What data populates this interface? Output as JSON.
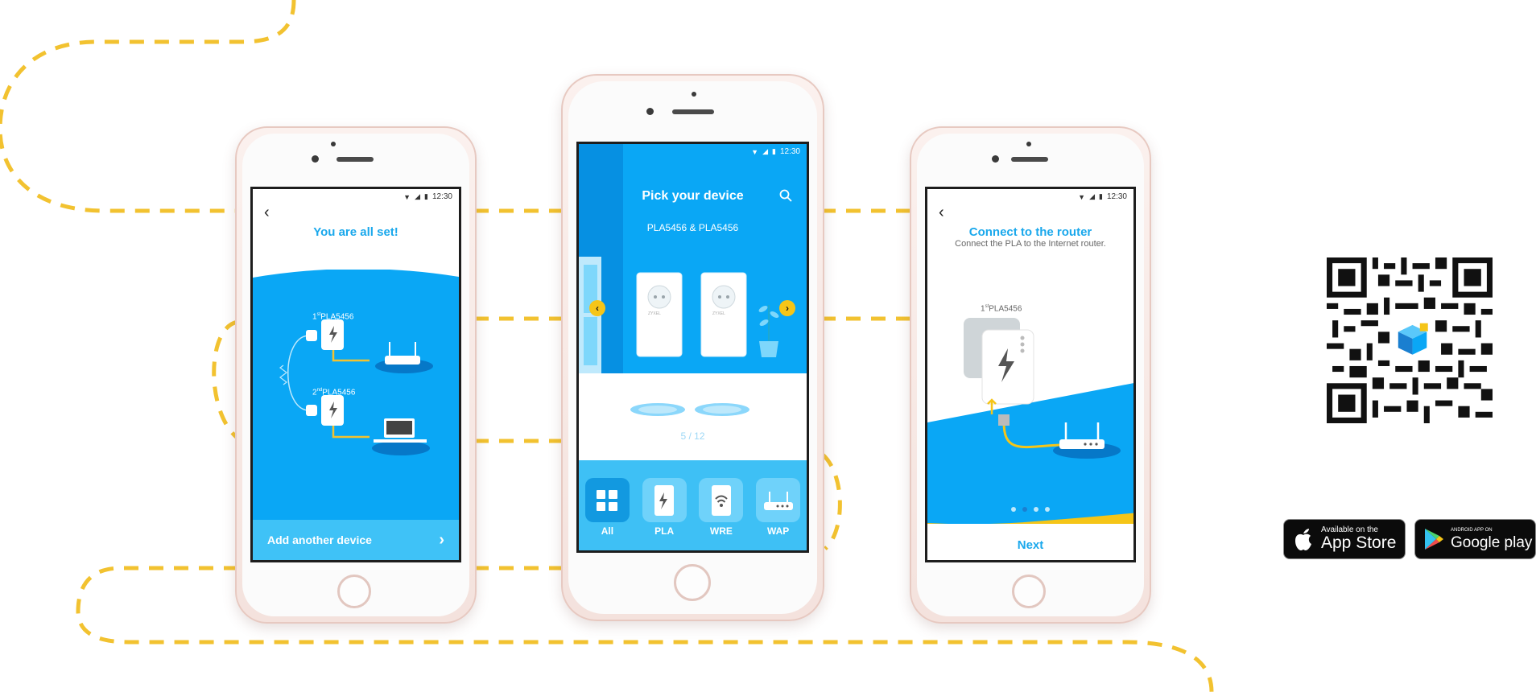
{
  "status_time": "12:30",
  "screen1": {
    "title": "You are all set!",
    "first_device": "PLA5456",
    "first_device_ordinal": "1",
    "first_device_sup": "st",
    "second_device": "PLA5456",
    "second_device_ordinal": "2",
    "second_device_sup": "nd",
    "bottom_button": "Add another device"
  },
  "screen2": {
    "title": "Pick your device",
    "subtitle": "PLA5456 & PLA5456",
    "counter": "5 / 12",
    "brand": "ZYXEL",
    "tabs": [
      {
        "label": "All",
        "icon": "grid-icon",
        "active": true
      },
      {
        "label": "PLA",
        "icon": "powerline-icon",
        "active": false
      },
      {
        "label": "WRE",
        "icon": "wifi-extender-icon",
        "active": false
      },
      {
        "label": "WAP",
        "icon": "access-point-icon",
        "active": false
      }
    ]
  },
  "screen3": {
    "title": "Connect to the router",
    "subtitle": "Connect the PLA to the Internet router.",
    "device_label": "PLA5456",
    "device_ordinal": "1",
    "device_sup": "st",
    "next_button": "Next",
    "page_dots": 4,
    "active_dot": 2
  },
  "badges": {
    "app_store_small": "Available on the",
    "app_store_big": "App Store",
    "google_small": "ANDROID APP ON",
    "google_big": "Google play"
  },
  "colors": {
    "accent_blue": "#1aa8ec",
    "screen_blue": "#0aa7f5",
    "path_yellow": "#f2c230",
    "arrow_yellow": "#f5c518"
  }
}
